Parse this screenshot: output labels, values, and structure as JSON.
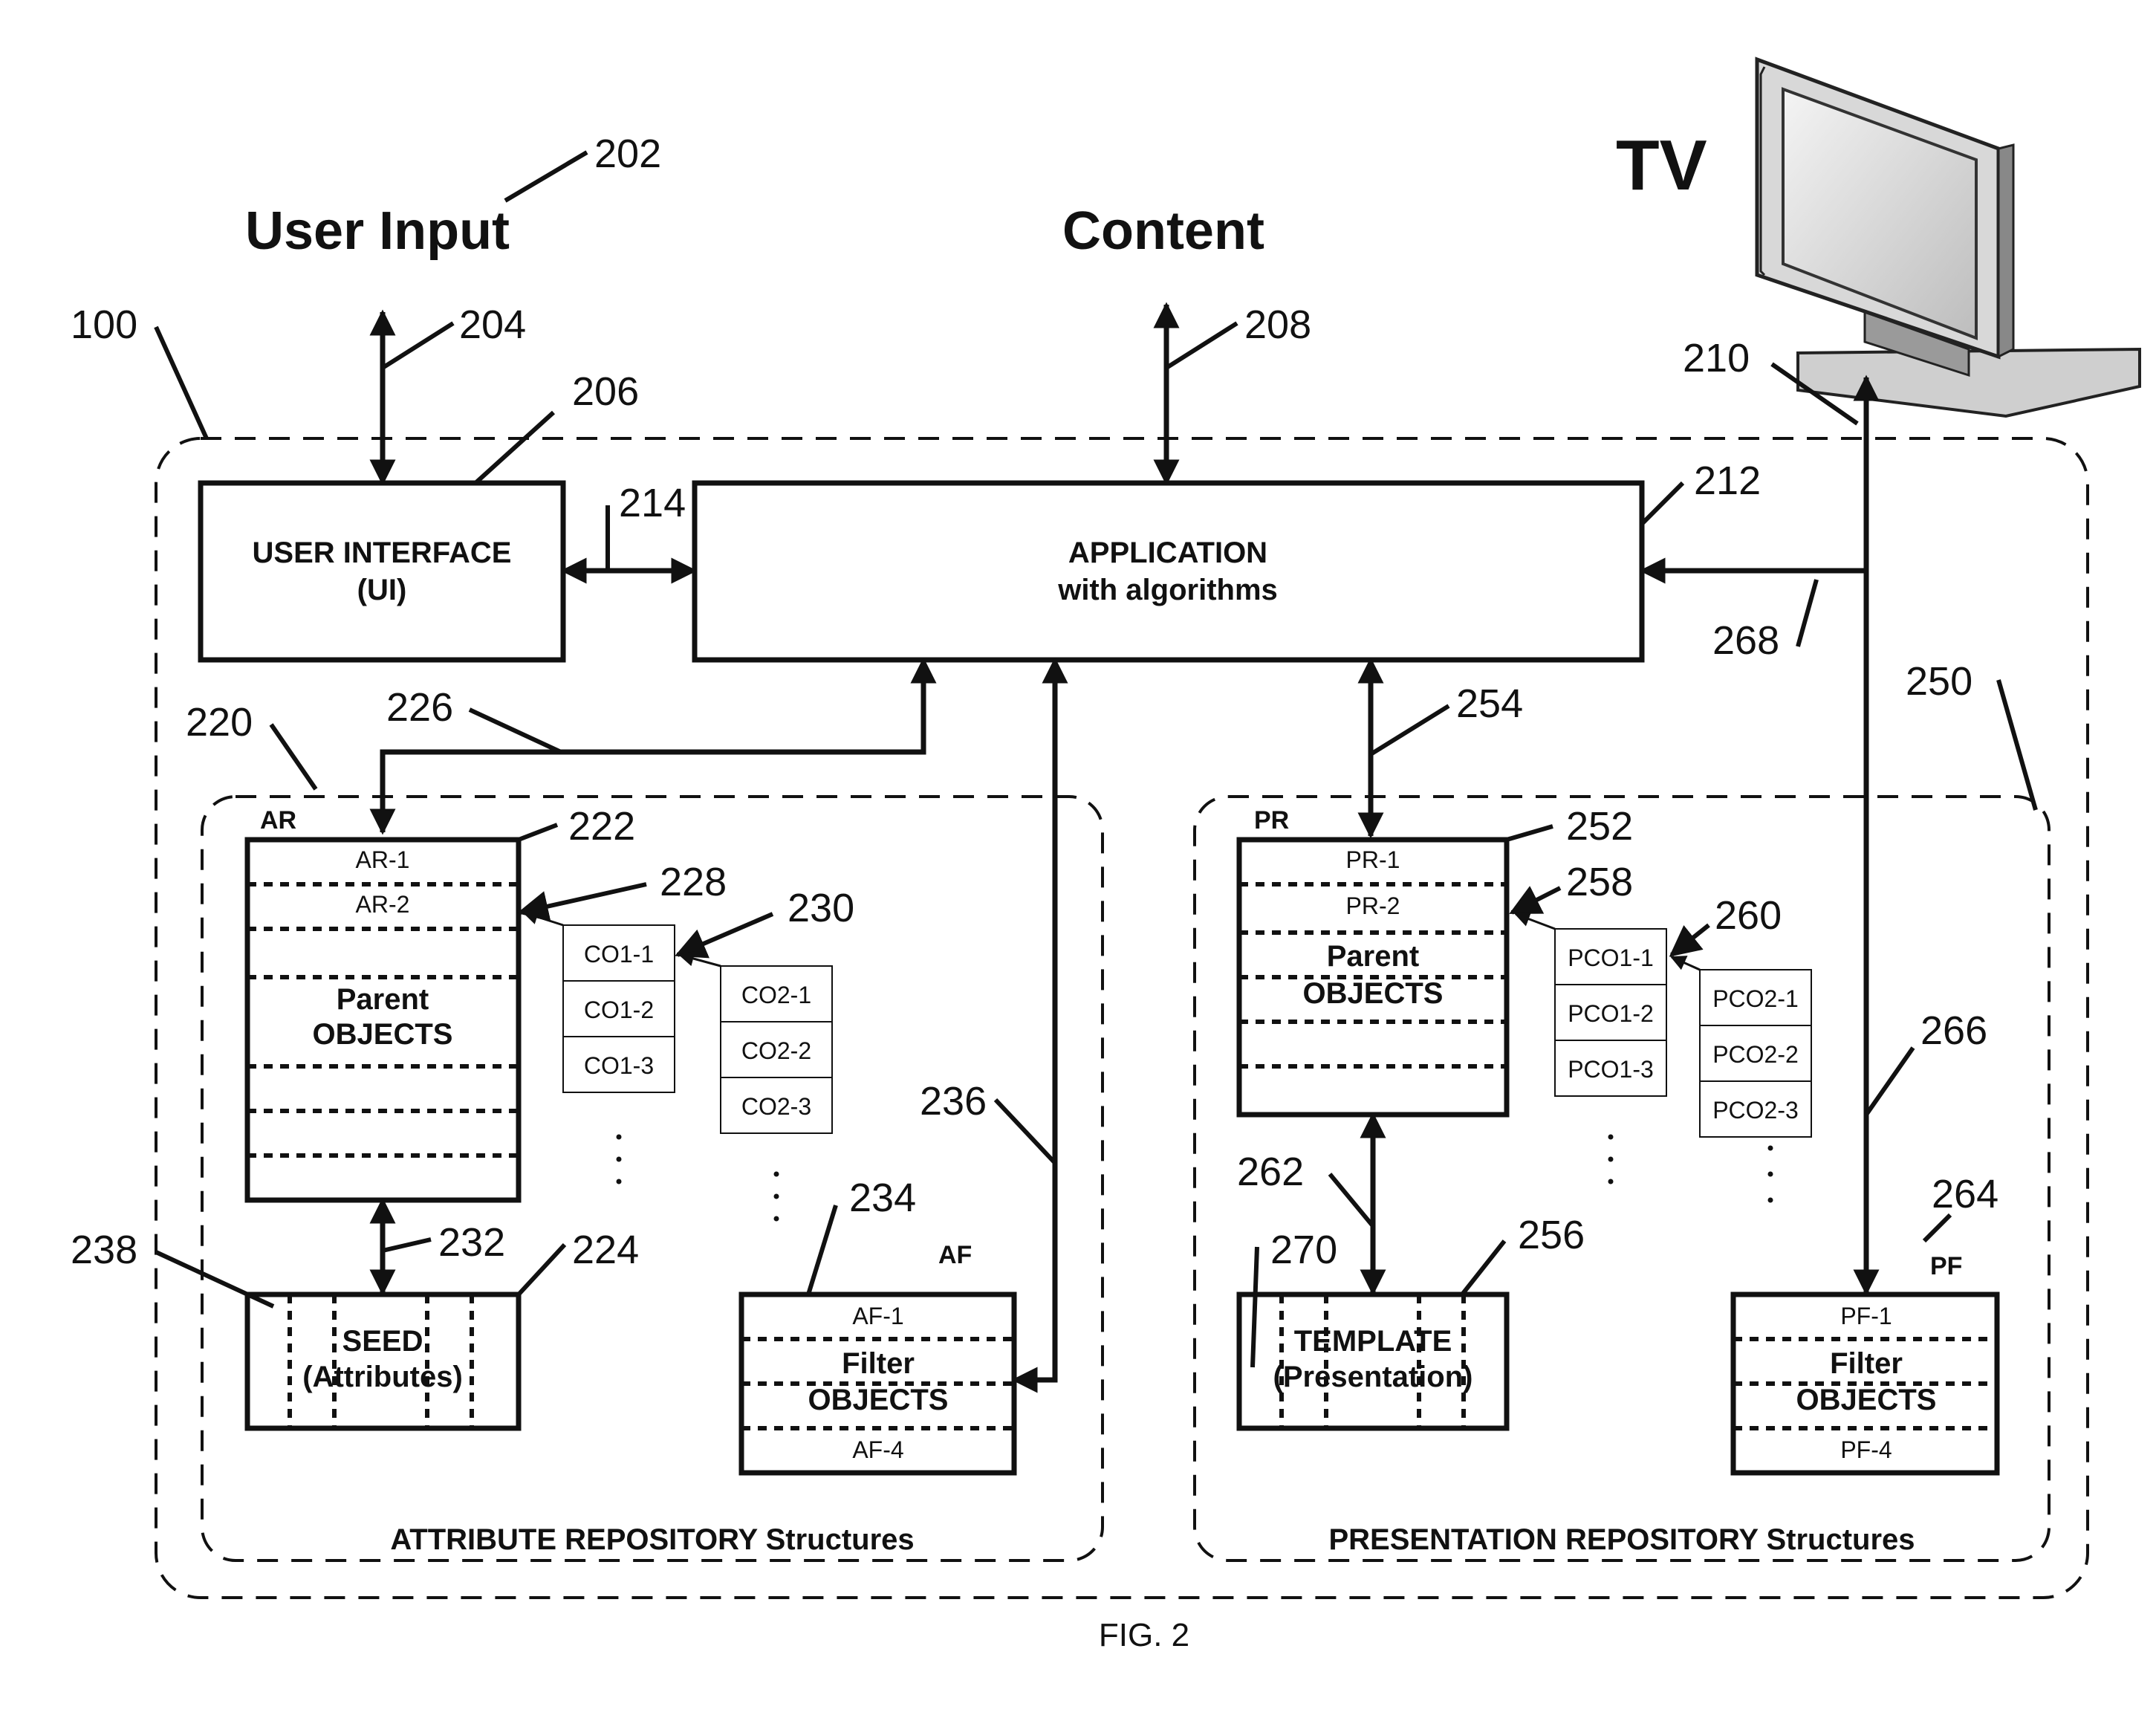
{
  "figure": {
    "caption": "FIG. 2",
    "labels": {
      "user_input": "User Input",
      "content": "Content",
      "tv": "TV"
    },
    "refs": {
      "r100": "100",
      "r202": "202",
      "r204": "204",
      "r206": "206",
      "r208": "208",
      "r210": "210",
      "r212": "212",
      "r214": "214",
      "r220": "220",
      "r222": "222",
      "r224": "224",
      "r226": "226",
      "r228": "228",
      "r230": "230",
      "r232": "232",
      "r234": "234",
      "r236": "236",
      "r238": "238",
      "r250": "250",
      "r252": "252",
      "r254": "254",
      "r256": "256",
      "r258": "258",
      "r260": "260",
      "r262": "262",
      "r264": "264",
      "r266": "266",
      "r268": "268",
      "r270": "270"
    },
    "ui_box": {
      "line1": "USER INTERFACE",
      "line2": "(UI)"
    },
    "app_box": {
      "line1": "APPLICATION",
      "line2": "with algorithms"
    },
    "ar": {
      "tag": "AR",
      "rows": [
        "AR-1",
        "AR-2"
      ],
      "parent_line1": "Parent",
      "parent_line2": "OBJECTS",
      "co1": [
        "CO1-1",
        "CO1-2",
        "CO1-3"
      ],
      "co2": [
        "CO2-1",
        "CO2-2",
        "CO2-3"
      ],
      "seed_line1": "SEED",
      "seed_line2": "(Attributes)",
      "af_tag": "AF",
      "af_rows": [
        "AF-1",
        "AF-4"
      ],
      "af_line1": "Filter",
      "af_line2": "OBJECTS",
      "group_label": "ATTRIBUTE REPOSITORY Structures"
    },
    "pr": {
      "tag": "PR",
      "rows": [
        "PR-1",
        "PR-2"
      ],
      "parent_line1": "Parent",
      "parent_line2": "OBJECTS",
      "pco1": [
        "PCO1-1",
        "PCO1-2",
        "PCO1-3"
      ],
      "pco2": [
        "PCO2-1",
        "PCO2-2",
        "PCO2-3"
      ],
      "template_line1": "TEMPLATE",
      "template_line2": "(Presentation)",
      "pf_tag": "PF",
      "pf_rows": [
        "PF-1",
        "PF-4"
      ],
      "pf_line1": "Filter",
      "pf_line2": "OBJECTS",
      "group_label": "PRESENTATION REPOSITORY Structures"
    }
  }
}
